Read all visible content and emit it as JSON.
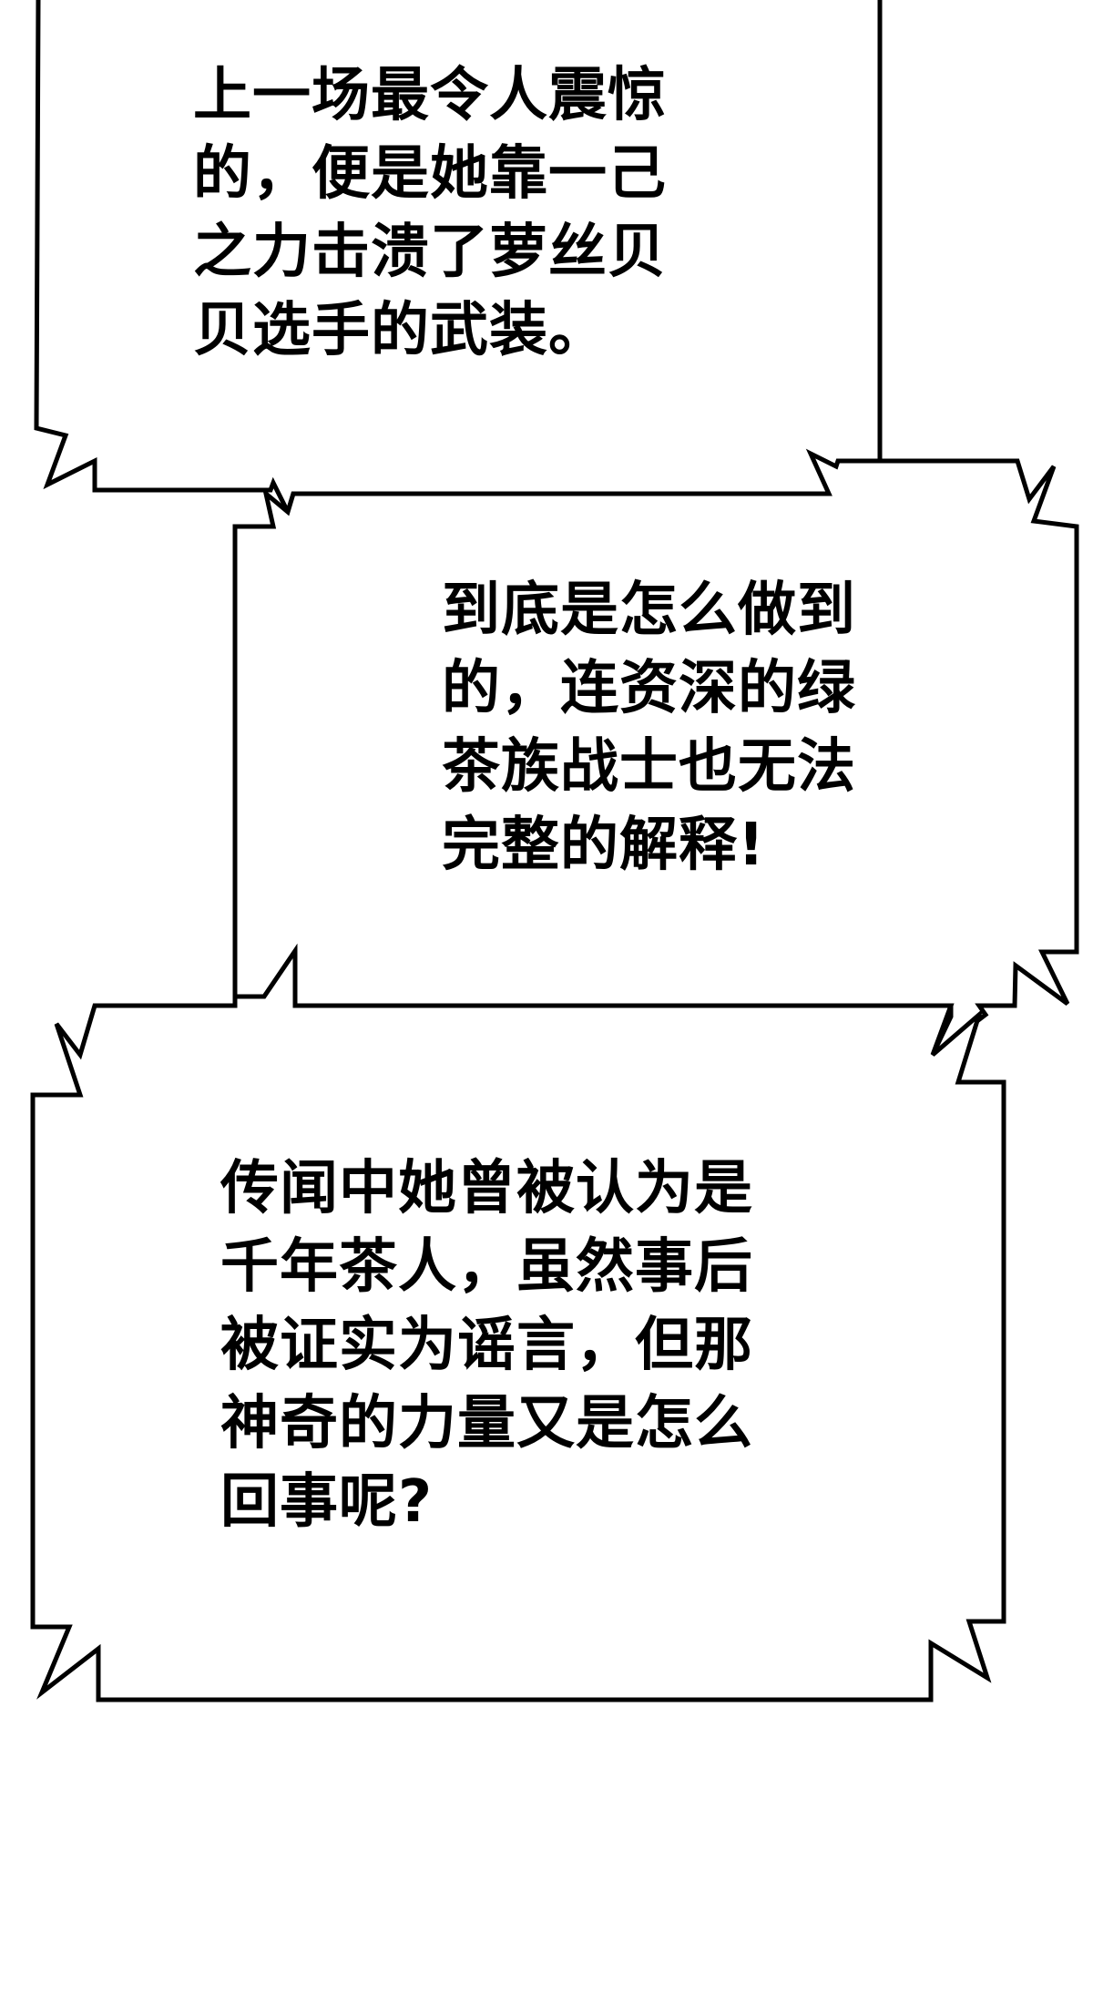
{
  "colors": {
    "background": "#ffffff",
    "outline": "#000000",
    "bubble_fill": "#ffffff",
    "text": "#000000"
  },
  "bubbles": [
    {
      "lines": [
        "上一场最令人震惊",
        "的，便是她靠一己",
        "之力击溃了萝丝贝",
        "贝选手的武装。"
      ]
    },
    {
      "lines": [
        "到底是怎么做到",
        "的，连资深的绿",
        "茶族战士也无法",
        "完整的解释!"
      ]
    },
    {
      "lines": [
        "传闻中她曾被认为是",
        "千年茶人，虽然事后",
        "被证实为谣言，但那",
        "神奇的力量又是怎么",
        "回事呢?"
      ]
    }
  ]
}
